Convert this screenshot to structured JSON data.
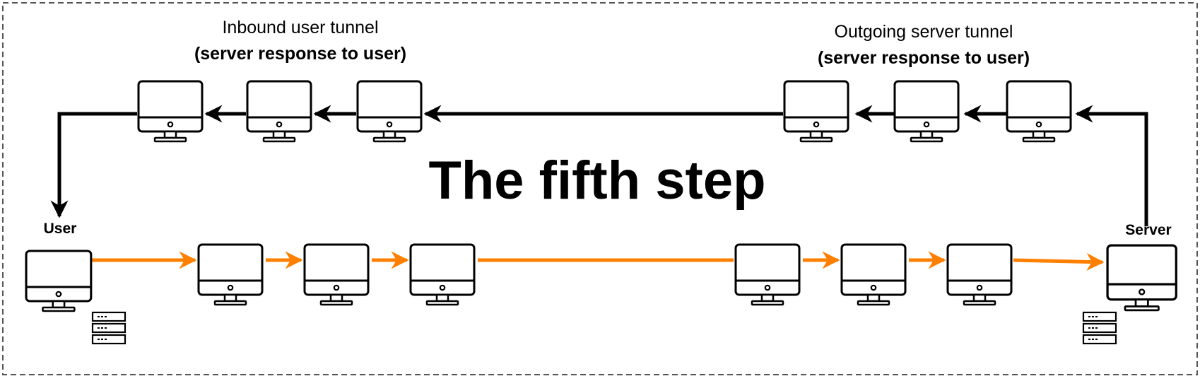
{
  "diagram": {
    "title": "The fifth step",
    "inbound_tunnel": {
      "title": "Inbound user tunnel",
      "subtitle": "(server response to user)"
    },
    "outgoing_tunnel": {
      "title": "Outgoing server tunnel",
      "subtitle": "(server response to user)"
    },
    "user_label": "User",
    "server_label": "Server",
    "colors": {
      "response_path": "#000000",
      "request_path": "#ff8000",
      "border": "#555555"
    }
  }
}
